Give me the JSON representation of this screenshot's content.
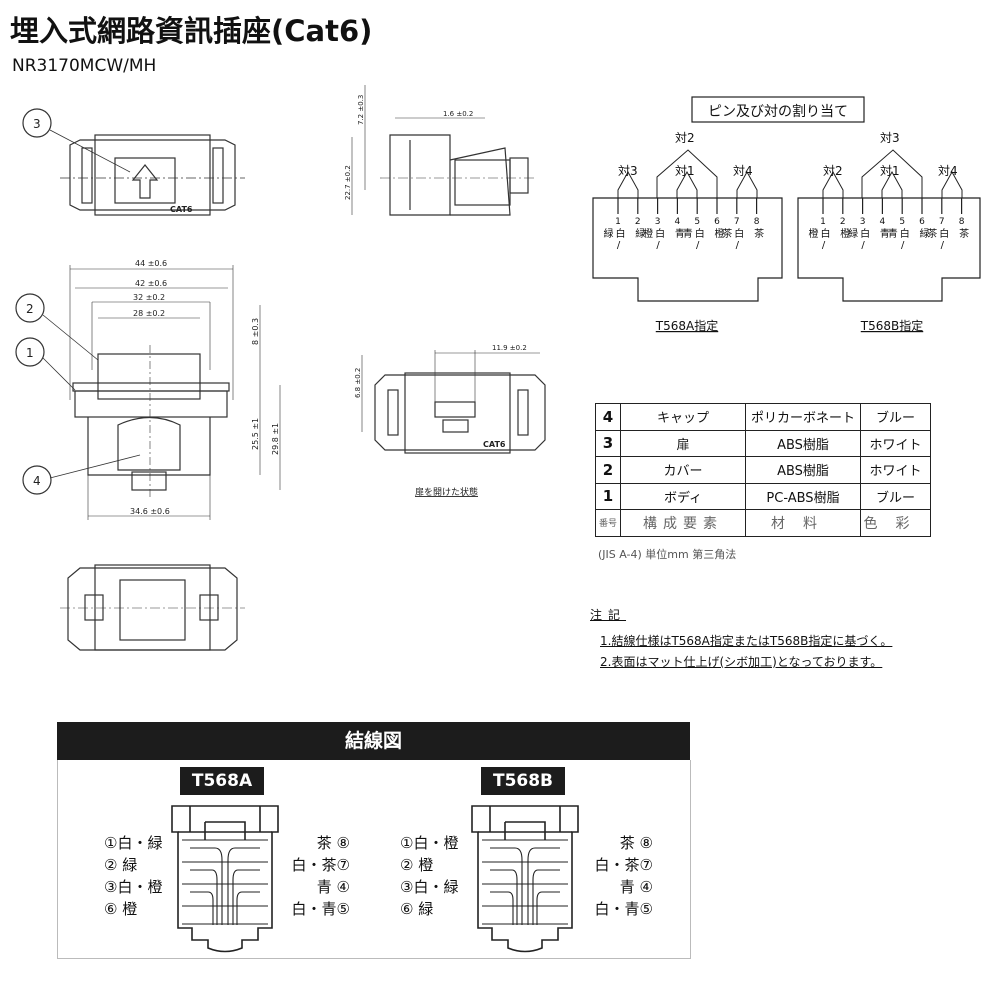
{
  "header": {
    "title": "埋入式網路資訊插座(Cat6)",
    "model": "NR3170MCW/MH"
  },
  "drawing": {
    "callouts": [
      "1",
      "2",
      "3",
      "4"
    ],
    "cat6_mark": "CAT6",
    "dims_front": [
      "44 ±0.6",
      "42 ±0.6",
      "32 ±0.2",
      "28 ±0.2",
      "8 ±0.3",
      "25.5 ±1",
      "29.8 ±1",
      "34.6 ±0.6"
    ],
    "dims_side": [
      "7.2 ±0.3",
      "1.6 ±0.2",
      "22.7 ±0.2"
    ],
    "dims_open": [
      "11.9 ±0.2",
      "6.8 ±0.2"
    ],
    "open_caption": "扉を開けた状態"
  },
  "pin_assignment": {
    "title": "ピン及び対の割り当て",
    "standards": [
      {
        "name": "T568A指定",
        "pairs": [
          "対3",
          "対2",
          "対1",
          "対4"
        ],
        "pins": [
          {
            "n": "1",
            "c": "白/緑"
          },
          {
            "n": "2",
            "c": "緑"
          },
          {
            "n": "3",
            "c": "白/橙"
          },
          {
            "n": "4",
            "c": "青"
          },
          {
            "n": "5",
            "c": "白/青"
          },
          {
            "n": "6",
            "c": "橙"
          },
          {
            "n": "7",
            "c": "白/茶"
          },
          {
            "n": "8",
            "c": "茶"
          }
        ]
      },
      {
        "name": "T568B指定",
        "pairs": [
          "対2",
          "対3",
          "対1",
          "対4"
        ],
        "pins": [
          {
            "n": "1",
            "c": "白/橙"
          },
          {
            "n": "2",
            "c": "橙"
          },
          {
            "n": "3",
            "c": "白/緑"
          },
          {
            "n": "4",
            "c": "青"
          },
          {
            "n": "5",
            "c": "白/青"
          },
          {
            "n": "6",
            "c": "緑"
          },
          {
            "n": "7",
            "c": "白/茶"
          },
          {
            "n": "8",
            "c": "茶"
          }
        ]
      }
    ]
  },
  "parts_table": {
    "rows": [
      [
        "4",
        "キャップ",
        "ポリカーボネート",
        "ブルー"
      ],
      [
        "3",
        "扉",
        "ABS樹脂",
        "ホワイト"
      ],
      [
        "2",
        "カバー",
        "ABS樹脂",
        "ホワイト"
      ],
      [
        "1",
        "ボディ",
        "PC-ABS樹脂",
        "ブルー"
      ]
    ],
    "header": [
      "番号",
      "構成要素",
      "材料",
      "色彩"
    ],
    "footnote": "(JIS A-4)  単位mm  第三角法"
  },
  "notes": {
    "title": "注記",
    "items": [
      "1.結線仕様はT568A指定またはT568B指定に基づく。",
      "2.表面はマット仕上げ(シボ加工)となっております。"
    ]
  },
  "wiring": {
    "title": "結線図",
    "a": {
      "label": "T568A",
      "left": [
        "①白・緑",
        "②  緑",
        "③白・橙",
        "⑥  橙"
      ],
      "right": [
        "茶  ⑧",
        "白・茶⑦",
        "青  ④",
        "白・青⑤"
      ]
    },
    "b": {
      "label": "T568B",
      "left": [
        "①白・橙",
        "②  橙",
        "③白・緑",
        "⑥  緑"
      ],
      "right": [
        "茶  ⑧",
        "白・茶⑦",
        "青  ④",
        "白・青⑤"
      ]
    }
  }
}
